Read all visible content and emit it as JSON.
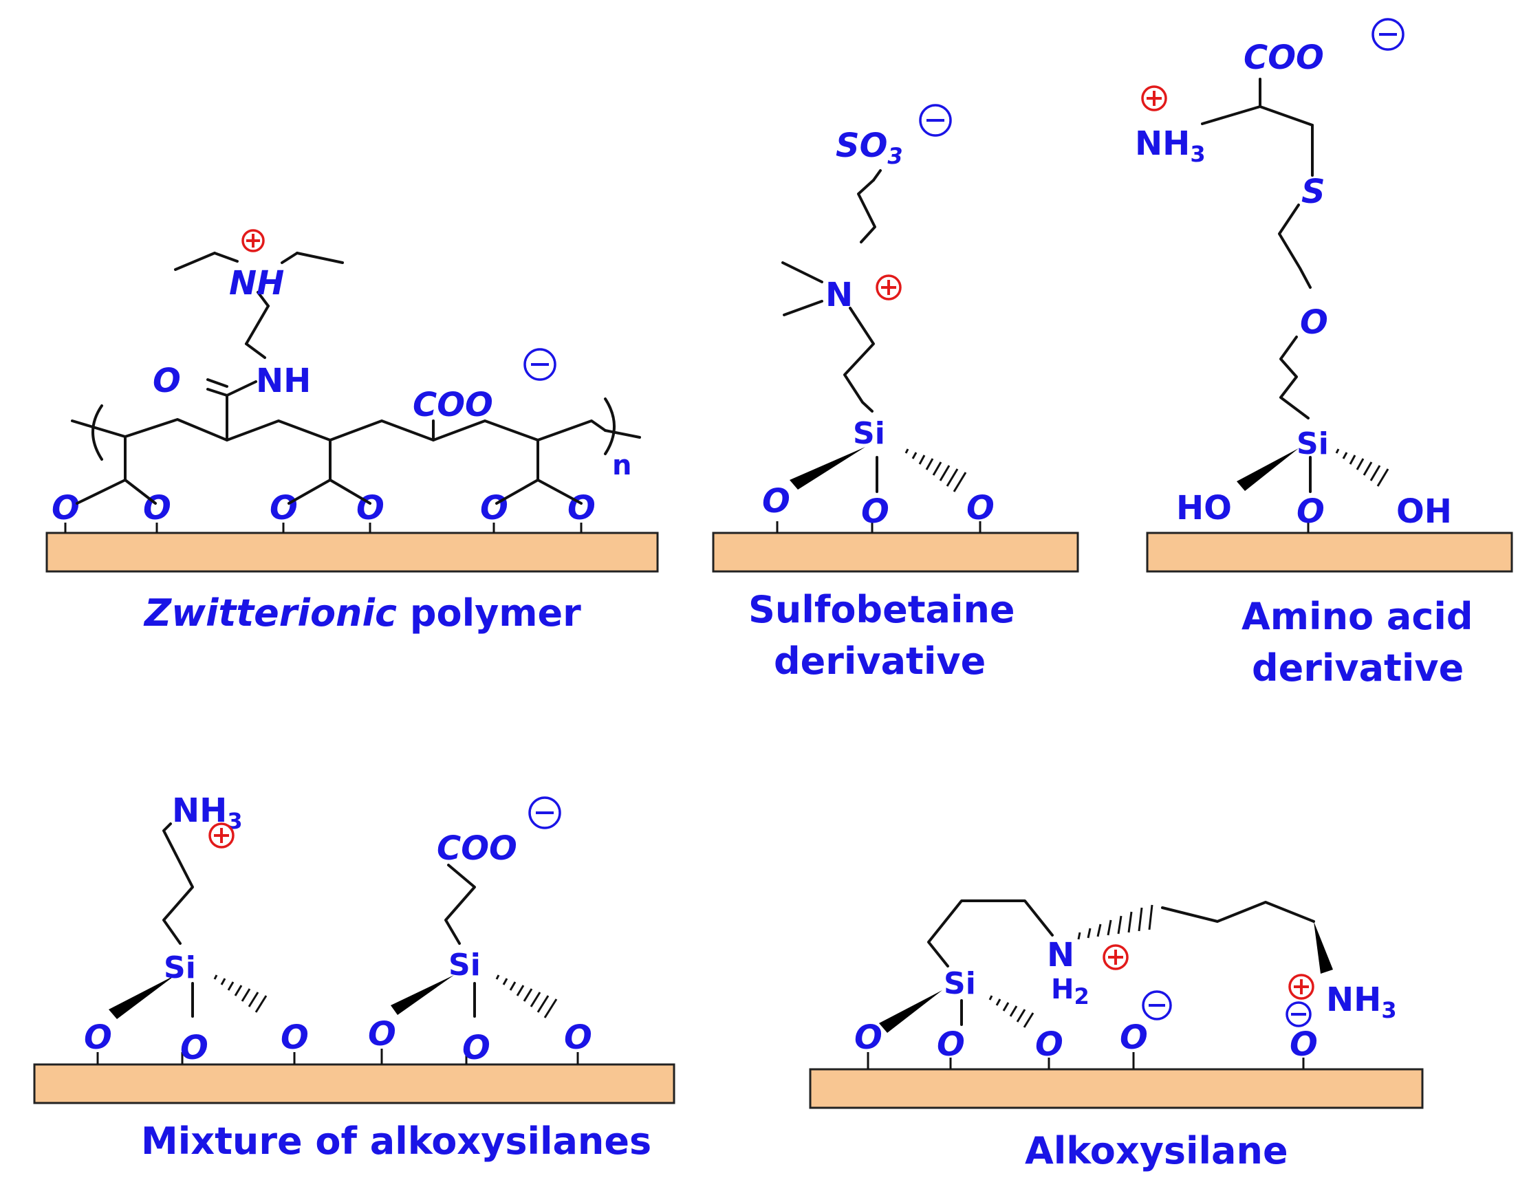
{
  "panels": {
    "zwitterionic": {
      "caption_italic": "Zwitterionic",
      "caption_rest": " polymer",
      "atoms": {
        "nh": "NH",
        "nh2": "NH",
        "o_carbonyl": "O",
        "coo": "COO",
        "n_sub": "n",
        "o": "O"
      }
    },
    "sulfobetaine": {
      "caption_line1": "Sulfobetaine",
      "caption_line2": "derivative",
      "atoms": {
        "so": "SO",
        "so_sub": "3",
        "n": "N",
        "si": "Si",
        "o": "O"
      }
    },
    "amino_acid": {
      "caption_line1": "Amino acid",
      "caption_line2": "derivative",
      "atoms": {
        "coo": "COO",
        "nh": "NH",
        "nh_sub": "3",
        "s": "S",
        "o": "O",
        "si": "Si",
        "ho": "HO",
        "oh": "OH"
      }
    },
    "mixture": {
      "caption": "Mixture of alkoxysilanes",
      "atoms": {
        "nh": "NH",
        "nh_sub": "3",
        "coo": "COO",
        "si": "Si",
        "o": "O"
      }
    },
    "alkoxysilane": {
      "caption": "Alkoxysilane",
      "atoms": {
        "n": "N",
        "h": "H",
        "h_sub": "2",
        "si": "Si",
        "nh": "NH",
        "nh_sub": "3",
        "o": "O"
      }
    }
  },
  "colors": {
    "atom_text": "#1a14e6",
    "positive_charge": "#e21a1a",
    "negative_charge": "#1a14e6",
    "substrate_fill": "#f8c692",
    "bond": "#111111"
  }
}
